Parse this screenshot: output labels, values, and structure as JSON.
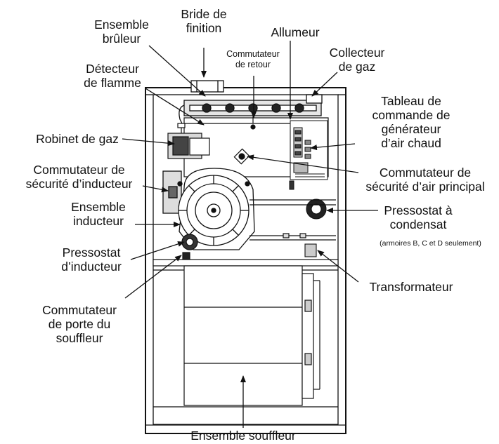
{
  "labels": {
    "ensemble_bruleur": [
      "Ensemble",
      "brûleur"
    ],
    "bride_finition": [
      "Bride de",
      "finition"
    ],
    "allumeur": [
      "Allumeur"
    ],
    "commutateur_retour": [
      "Commutateur",
      "de retour"
    ],
    "collecteur_gaz": [
      "Collecteur",
      "de gaz"
    ],
    "detecteur_flamme": [
      "Détecteur",
      "de flamme"
    ],
    "tableau_commande": [
      "Tableau de",
      "commande de",
      "générateur",
      "d’air chaud"
    ],
    "robinet_gaz": [
      "Robinet de gaz"
    ],
    "commutateur_securite_inducteur": [
      "Commutateur de",
      "sécurité d’inducteur"
    ],
    "commutateur_securite_air": [
      "Commutateur de",
      "sécurité d’air principal"
    ],
    "ensemble_inducteur": [
      "Ensemble",
      "inducteur"
    ],
    "pressostat_condensat": [
      "Pressostat à",
      "condensat"
    ],
    "pressostat_condensat_note": "(armoires B, C et D seulement)",
    "pressostat_inducteur": [
      "Pressostat",
      "d’inducteur"
    ],
    "transformateur": [
      "Transformateur"
    ],
    "commutateur_porte": [
      "Commutateur",
      "de porte du",
      "souffleur"
    ],
    "ensemble_souffleur": [
      "Ensemble souffleur"
    ]
  }
}
